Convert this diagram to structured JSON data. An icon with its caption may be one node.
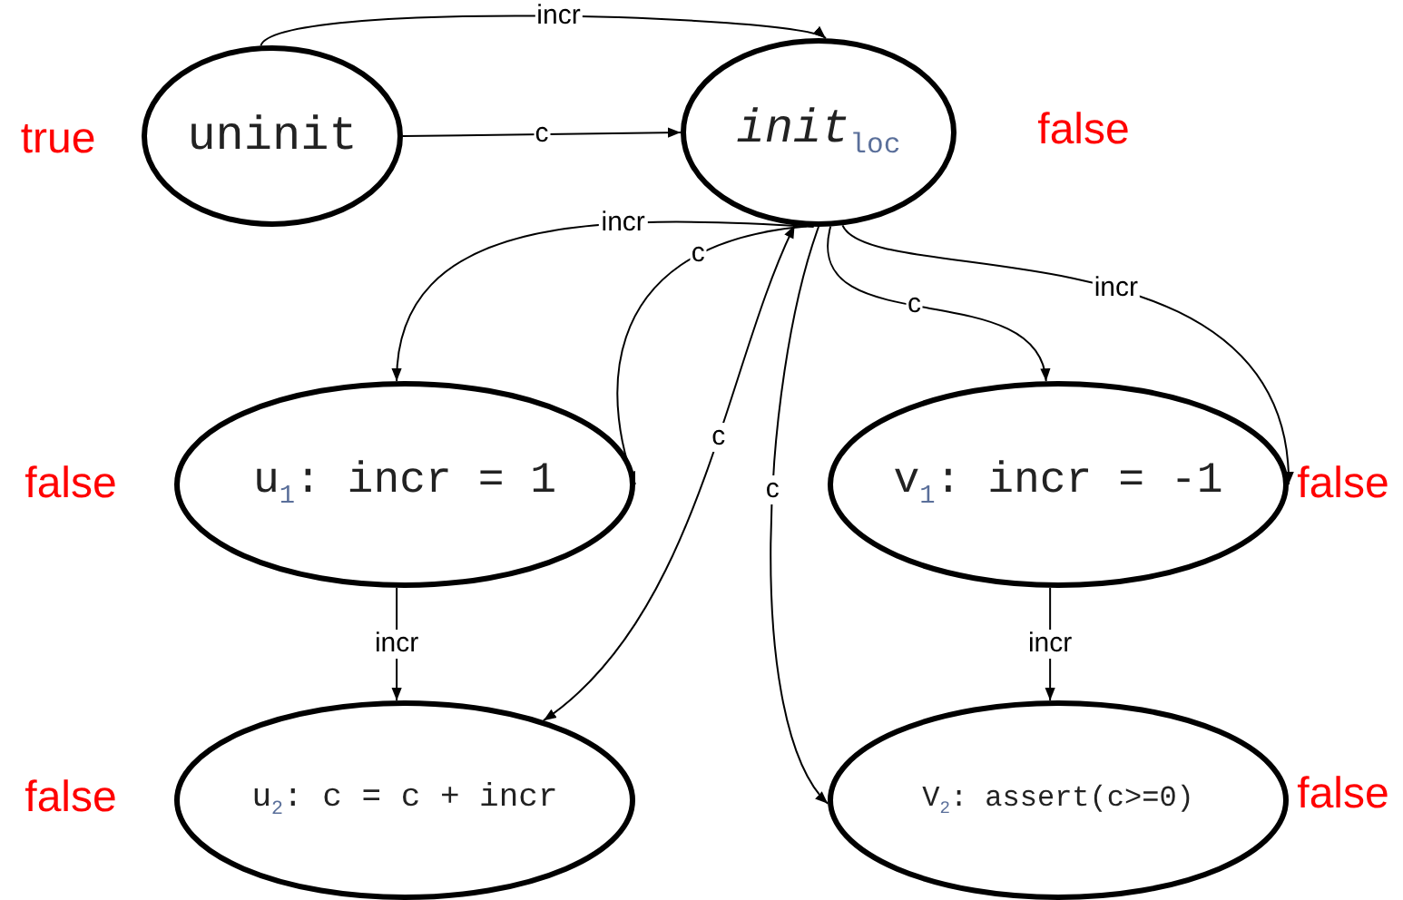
{
  "diagram": {
    "nodes": [
      {
        "text": [
          "uninit"
        ],
        "beside": [
          "true"
        ]
      },
      {
        "text": [
          "*init*$_{loc}$"
        ],
        "beside": [
          "false"
        ]
      },
      {
        "text": [
          "u$_{1}$: incr = 1"
        ],
        "beside": [
          "false"
        ]
      },
      {
        "text": [
          "v$_{1}$: incr = -1"
        ],
        "beside": [
          "false"
        ]
      },
      {
        "text": [
          "u$_{2}$: c = c + incr"
        ],
        "beside": [
          "false"
        ]
      },
      {
        "text": [
          "V$_{2}$: assert(c>=0)"
        ],
        "beside": [
          "false"
        ]
      }
    ],
    "edges": [
      {
        "from": 0,
        "to": 1,
        "arrow": "to",
        "label": "c"
      },
      {
        "from": 0,
        "to": 1,
        "arrow": "to",
        "label": "incr"
      },
      {
        "from": 1,
        "to": 2,
        "arrow": "to",
        "label": "incr"
      },
      {
        "from": 1,
        "to": 2,
        "arrow": "to",
        "label": "c"
      },
      {
        "from": 1,
        "to": 4,
        "arrow": "both",
        "label": "c"
      },
      {
        "from": 1,
        "to": 5,
        "arrow": "to",
        "label": "c"
      },
      {
        "from": 1,
        "to": 3,
        "arrow": "to",
        "label": "c"
      },
      {
        "from": 1,
        "to": 3,
        "arrow": "to",
        "label": "incr"
      },
      {
        "from": 2,
        "to": 4,
        "arrow": "to",
        "label": "incr"
      },
      {
        "from": 3,
        "to": 5,
        "arrow": "to",
        "label": "incr"
      }
    ]
  }
}
